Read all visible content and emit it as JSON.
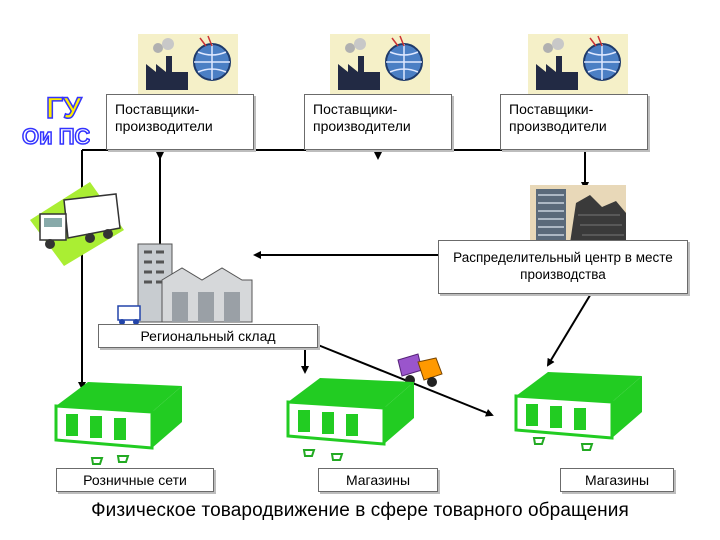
{
  "suppliers": [
    {
      "label": "Поставщики-производители"
    },
    {
      "label": "Поставщики-производители"
    },
    {
      "label": "Поставщики-производители"
    }
  ],
  "distribution_center": {
    "label": "Распределительный центр в месте производства"
  },
  "regional_warehouse": {
    "label": "Региональный склад"
  },
  "outlets": [
    {
      "label": "Розничные сети"
    },
    {
      "label": "Магазины"
    },
    {
      "label": "Магазины"
    }
  ],
  "logo": {
    "line1": "ГУ",
    "line2": "Ои ПС"
  },
  "caption": "Физическое товародвижение в сфере товарного обращения",
  "colors": {
    "store_green": "#22cc22",
    "factory_bg": "#f5f0c8",
    "logo_blue": "#3333ff",
    "logo_yellow": "#ffee00"
  }
}
